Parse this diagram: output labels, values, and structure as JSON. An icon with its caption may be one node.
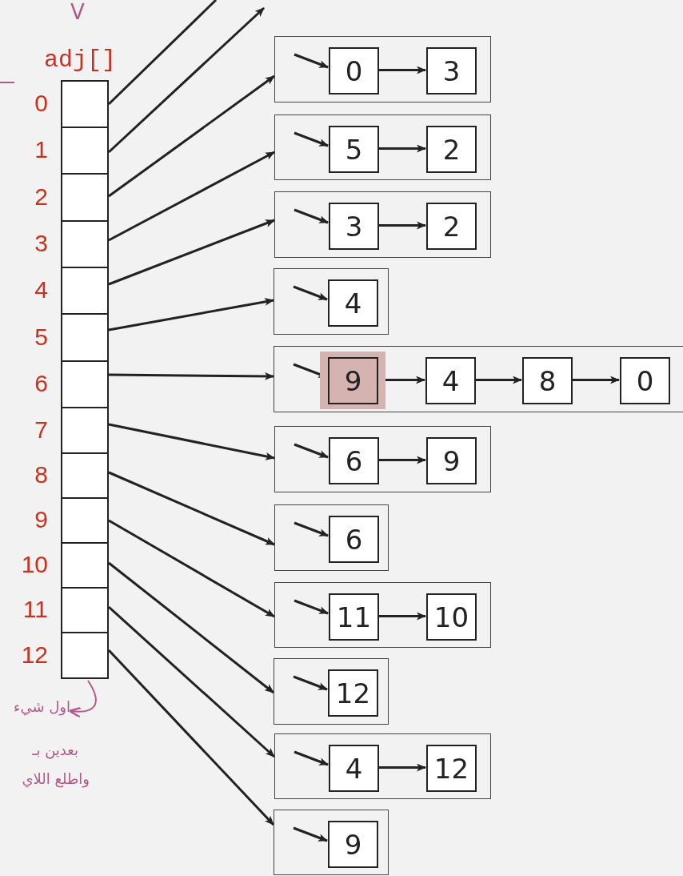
{
  "diagram": {
    "nodes": [
      {
        "text": [
          "adj[]"
        ]
      },
      {
        "text": [],
        "shape": "box",
        "in": 0,
        "beside": [
          "0"
        ]
      },
      {
        "text": [],
        "shape": "box",
        "in": 0,
        "beside": [
          "1"
        ]
      },
      {
        "text": [],
        "shape": "box",
        "in": 0,
        "beside": [
          "2"
        ]
      },
      {
        "text": [],
        "shape": "box",
        "in": 0,
        "beside": [
          "3"
        ]
      },
      {
        "text": [],
        "shape": "box",
        "in": 0,
        "beside": [
          "4"
        ]
      },
      {
        "text": [],
        "shape": "box",
        "in": 0,
        "beside": [
          "5"
        ]
      },
      {
        "text": [],
        "shape": "box",
        "in": 0,
        "beside": [
          "6"
        ]
      },
      {
        "text": [],
        "shape": "box",
        "in": 0,
        "beside": [
          "7"
        ]
      },
      {
        "text": [],
        "shape": "box",
        "in": 0,
        "beside": [
          "8"
        ]
      },
      {
        "text": [],
        "shape": "box",
        "in": 0,
        "beside": [
          "9"
        ]
      },
      {
        "text": [],
        "shape": "box",
        "in": 0,
        "beside": [
          "10"
        ]
      },
      {
        "text": [],
        "shape": "box",
        "in": 0,
        "beside": [
          "11"
        ]
      },
      {
        "text": [],
        "shape": "box",
        "in": 0,
        "beside": [
          "12"
        ]
      },
      {
        "text": [],
        "shape": "box"
      },
      {
        "text": [
          "0"
        ],
        "in": 14
      },
      {
        "text": [
          "3"
        ],
        "in": 14
      },
      {
        "text": [],
        "shape": "box"
      },
      {
        "text": [
          "5"
        ],
        "in": 17
      },
      {
        "text": [
          "2"
        ],
        "in": 17
      },
      {
        "text": [],
        "shape": "box"
      },
      {
        "text": [
          "3"
        ],
        "in": 20
      },
      {
        "text": [
          "2"
        ],
        "in": 20
      },
      {
        "text": [],
        "shape": "box"
      },
      {
        "text": [
          "4"
        ],
        "in": 23
      },
      {
        "text": [],
        "shape": "box"
      },
      {
        "text": [
          "9"
        ],
        "in": 25
      },
      {
        "text": [
          "4"
        ],
        "in": 25
      },
      {
        "text": [
          "8"
        ],
        "in": 25
      },
      {
        "text": [
          "0"
        ],
        "in": 25
      },
      {
        "text": [],
        "shape": "box"
      },
      {
        "text": [
          "6"
        ],
        "in": 30
      },
      {
        "text": [
          "9"
        ],
        "in": 30
      },
      {
        "text": [],
        "shape": "box"
      },
      {
        "text": [
          "6"
        ],
        "in": 33
      },
      {
        "text": [],
        "shape": "box"
      },
      {
        "text": [
          "11"
        ],
        "in": 35
      },
      {
        "text": [
          "10"
        ],
        "in": 35
      },
      {
        "text": [],
        "shape": "box"
      },
      {
        "text": [
          "12"
        ],
        "in": 38
      },
      {
        "text": [],
        "shape": "box"
      },
      {
        "text": [
          "4"
        ],
        "in": 40
      },
      {
        "text": [
          "12"
        ],
        "in": 40
      },
      {
        "text": [],
        "shape": "box"
      },
      {
        "text": [
          "9"
        ],
        "in": 43
      },
      {
        "text": [
          "اول شيء"
        ]
      }
    ],
    "edges": [
      {
        "from": 1,
        "to": null,
        "arrow": "none"
      },
      {
        "from": 2,
        "to": null,
        "arrow": "to"
      },
      {
        "from": 3,
        "to": 14,
        "arrow": "to"
      },
      {
        "from": 4,
        "to": 17,
        "arrow": "to"
      },
      {
        "from": 5,
        "to": 20,
        "arrow": "to"
      },
      {
        "from": 6,
        "to": 23,
        "arrow": "to"
      },
      {
        "from": 7,
        "to": 25,
        "arrow": "to"
      },
      {
        "from": 8,
        "to": 30,
        "arrow": "to"
      },
      {
        "from": 9,
        "to": 33,
        "arrow": "to"
      },
      {
        "from": 10,
        "to": 35,
        "arrow": "to"
      },
      {
        "from": 11,
        "to": 38,
        "arrow": "to"
      },
      {
        "from": 12,
        "to": 40,
        "arrow": "to"
      },
      {
        "from": 13,
        "to": 43,
        "arrow": "to"
      },
      {
        "from": null,
        "to": 15,
        "arrow": "to"
      },
      {
        "from": 15,
        "to": 16,
        "arrow": "to"
      },
      {
        "from": null,
        "to": 18,
        "arrow": "to"
      },
      {
        "from": 18,
        "to": 19,
        "arrow": "to"
      },
      {
        "from": null,
        "to": 21,
        "arrow": "to"
      },
      {
        "from": 21,
        "to": 22,
        "arrow": "to"
      },
      {
        "from": null,
        "to": 24,
        "arrow": "to"
      },
      {
        "from": null,
        "to": 26,
        "arrow": "to"
      },
      {
        "from": 26,
        "to": 27,
        "arrow": "to"
      },
      {
        "from": 27,
        "to": 28,
        "arrow": "to"
      },
      {
        "from": 28,
        "to": 29,
        "arrow": "to"
      },
      {
        "from": null,
        "to": 31,
        "arrow": "to"
      },
      {
        "from": 31,
        "to": 32,
        "arrow": "to"
      },
      {
        "from": null,
        "to": 34,
        "arrow": "to"
      },
      {
        "from": null,
        "to": 36,
        "arrow": "to"
      },
      {
        "from": 36,
        "to": 37,
        "arrow": "to"
      },
      {
        "from": null,
        "to": 39,
        "arrow": "to"
      },
      {
        "from": null,
        "to": 41,
        "arrow": "to"
      },
      {
        "from": 41,
        "to": 42,
        "arrow": "to"
      },
      {
        "from": null,
        "to": 44,
        "arrow": "to"
      },
      {
        "from": 13,
        "to": 45,
        "arrow": "to",
        "color": "#b05a8a"
      }
    ],
    "labels": [
      "V",
      "بعدين بـ",
      "واطلع اللاي"
    ]
  }
}
